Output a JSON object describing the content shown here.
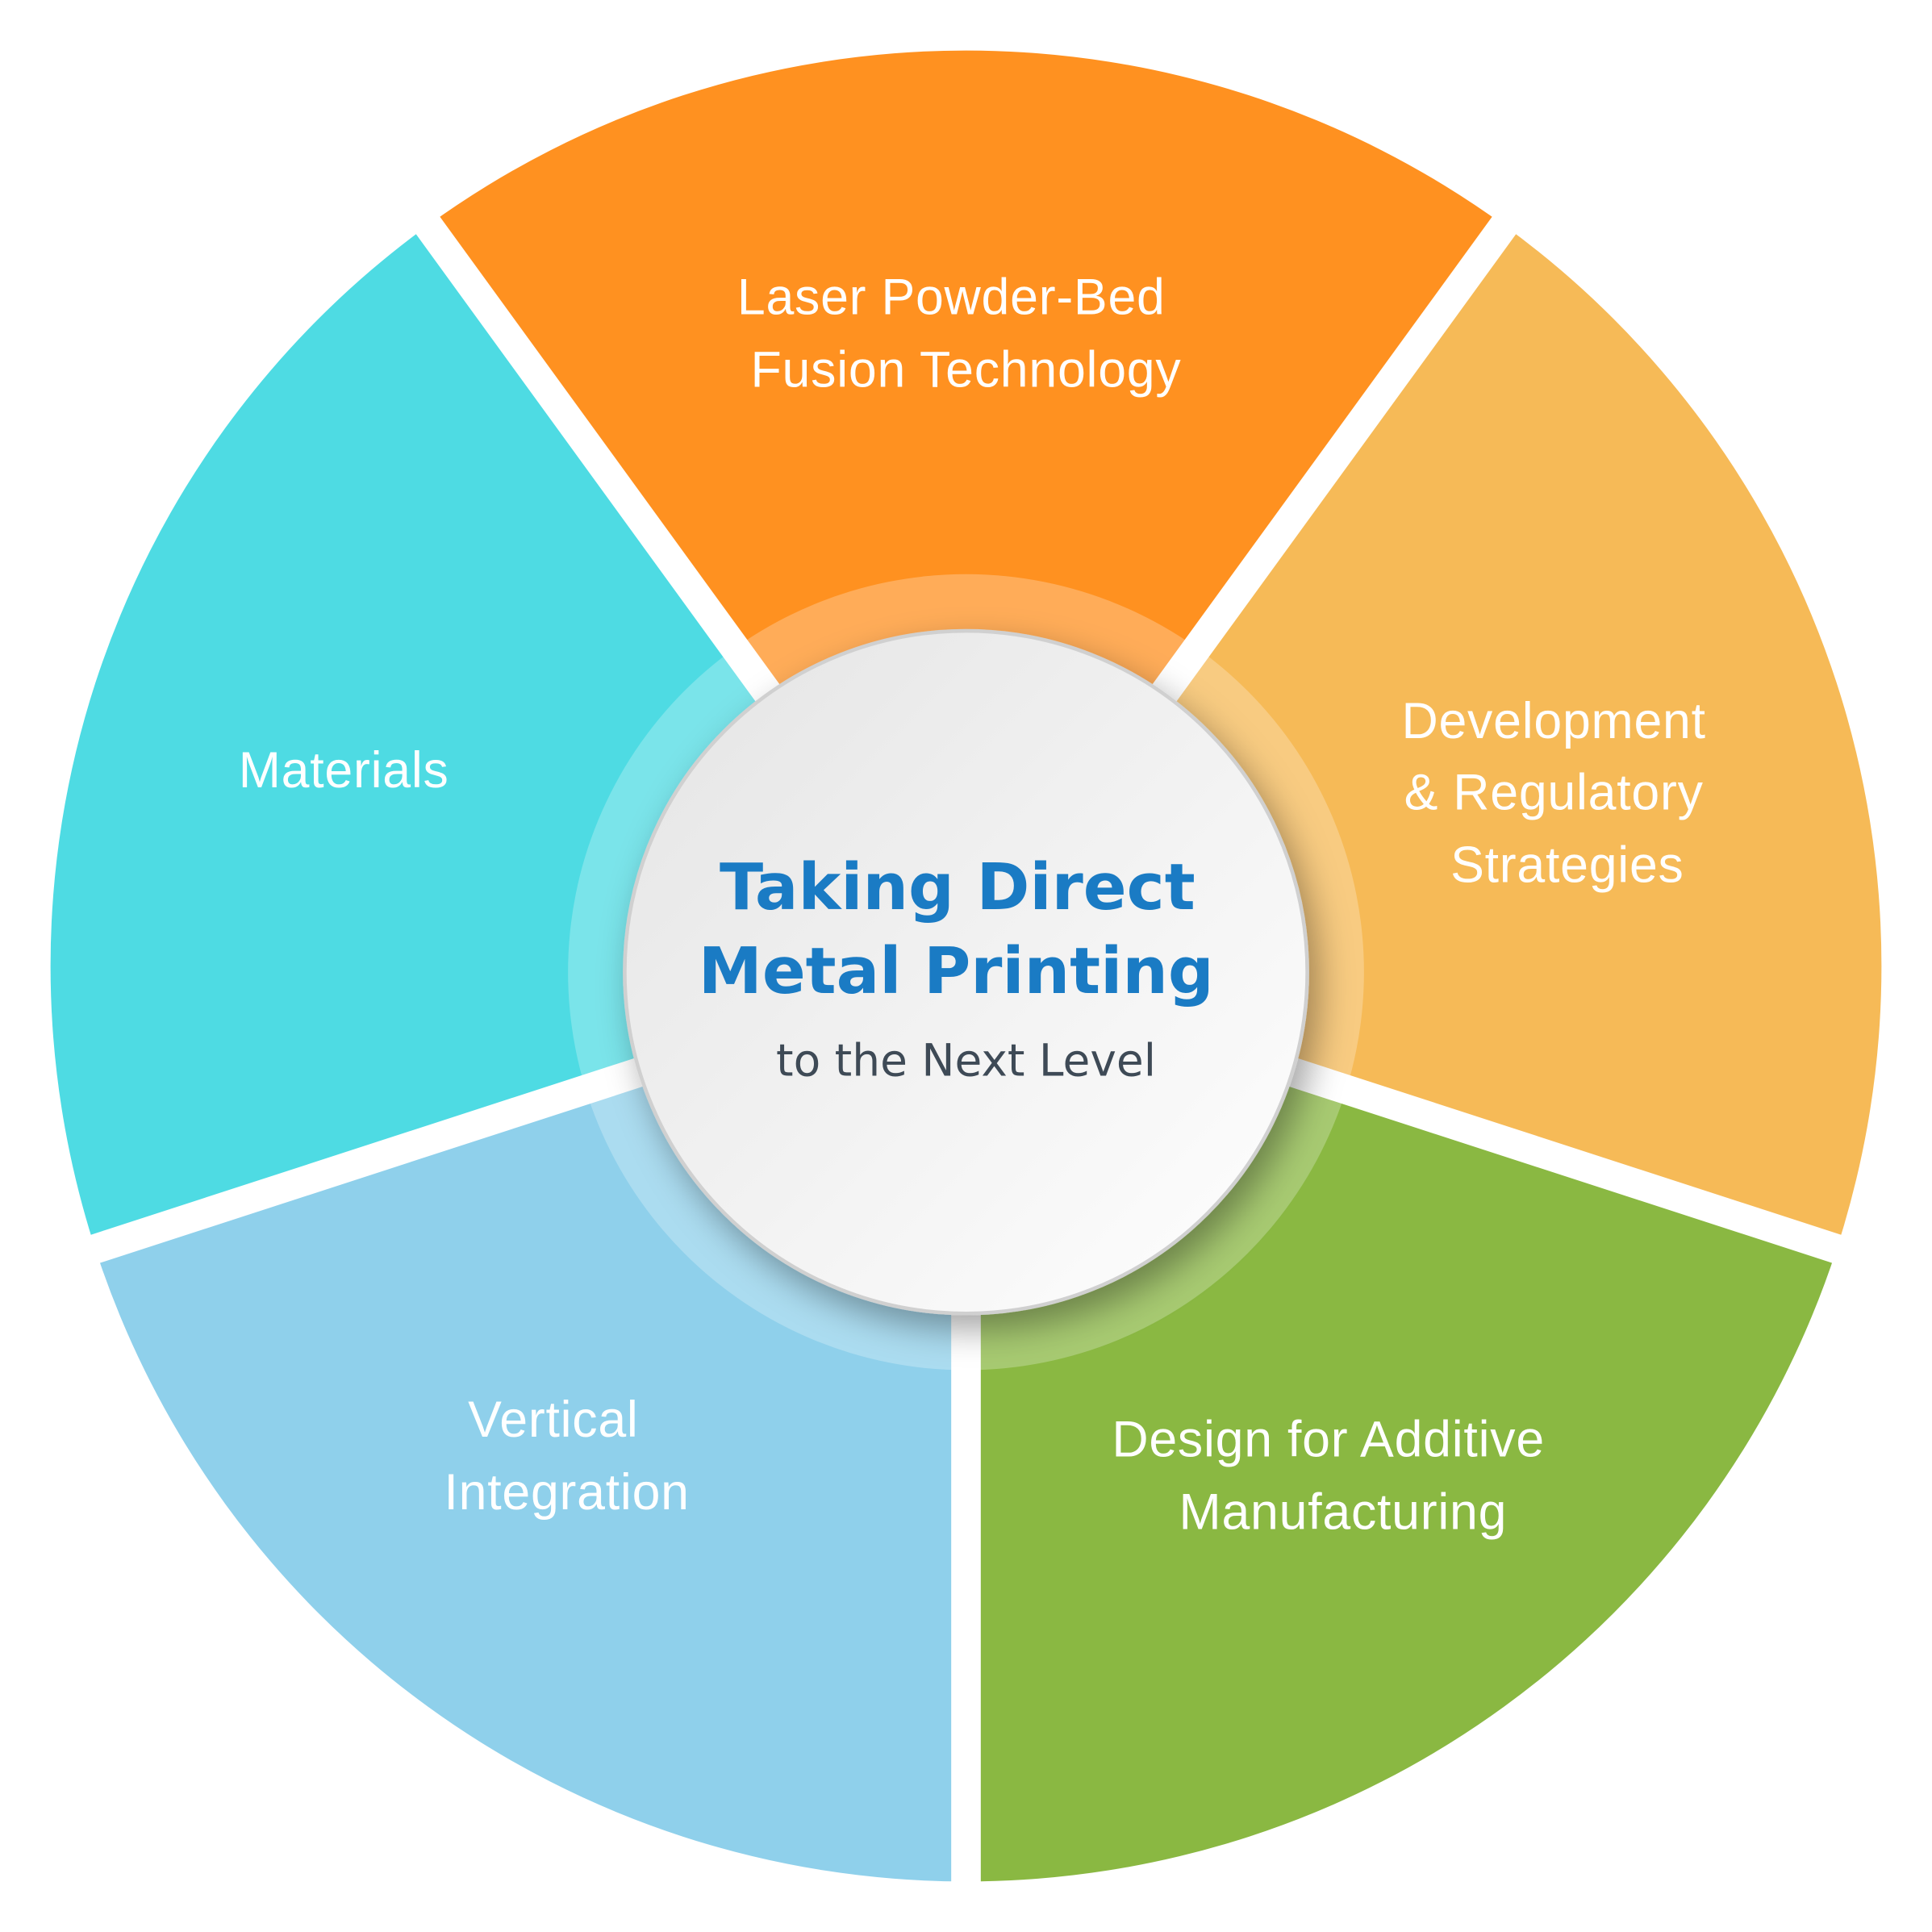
{
  "center": {
    "title_line1": "Taking Direct",
    "title_line2": "Metal Printing",
    "subtitle": "to the Next Level"
  },
  "segments": [
    {
      "lines": [
        "Laser Powder-Bed",
        "Fusion Technology"
      ],
      "color": "#FF9120"
    },
    {
      "lines": [
        "Development",
        "& Regulatory",
        "Strategies"
      ],
      "color": "#F6BA57"
    },
    {
      "lines": [
        "Design for Additive",
        "Manufacturing"
      ],
      "color": "#8AB842"
    },
    {
      "lines": [
        "Vertical",
        "Integration"
      ],
      "color": "#8FD0EB"
    },
    {
      "lines": [
        "Materials"
      ],
      "color": "#4EDBE3"
    }
  ],
  "colors": {
    "title": "#1A7BC4",
    "subtitle": "#3E4A56"
  }
}
